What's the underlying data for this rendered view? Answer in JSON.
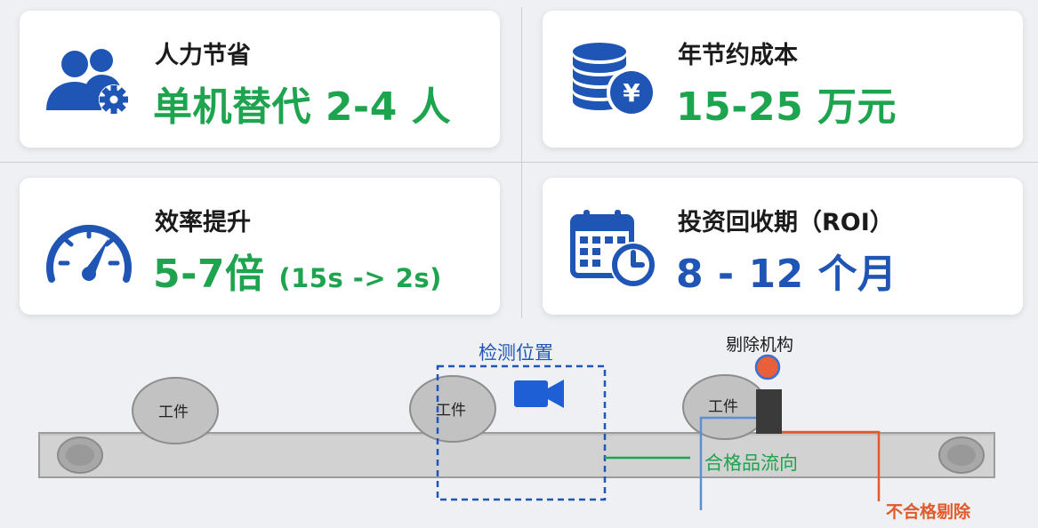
{
  "cards": {
    "labor": {
      "icon": "users-gear-icon",
      "title": "人力节省",
      "value": "单机替代 2-4 人",
      "color": "#1ea34e"
    },
    "cost": {
      "icon": "coins-yen-icon",
      "title": "年节约成本",
      "value": "15-25 万元",
      "color": "#1ea34e"
    },
    "efficiency": {
      "icon": "speedometer-icon",
      "title": "效率提升",
      "value_main": "5-7倍",
      "value_sub": "(15s -> 2s)",
      "color": "#1ea34e"
    },
    "roi": {
      "icon": "calendar-clock-icon",
      "title": "投资回收期（ROI）",
      "value": "8 - 12 个月",
      "color": "#1f56b5"
    }
  },
  "diagram": {
    "workpiece_label": "工件",
    "detection_label": "检测位置",
    "camera_icon": "video-camera-icon",
    "reject_mechanism_label": "剔除机构",
    "pass_flow_label": "合格品流向",
    "reject_flow_label": "不合格剔除",
    "colors": {
      "pass": "#1ea34e",
      "reject": "#e15a2b",
      "detection": "#1f56b5",
      "camera": "#1f5fd6"
    }
  }
}
